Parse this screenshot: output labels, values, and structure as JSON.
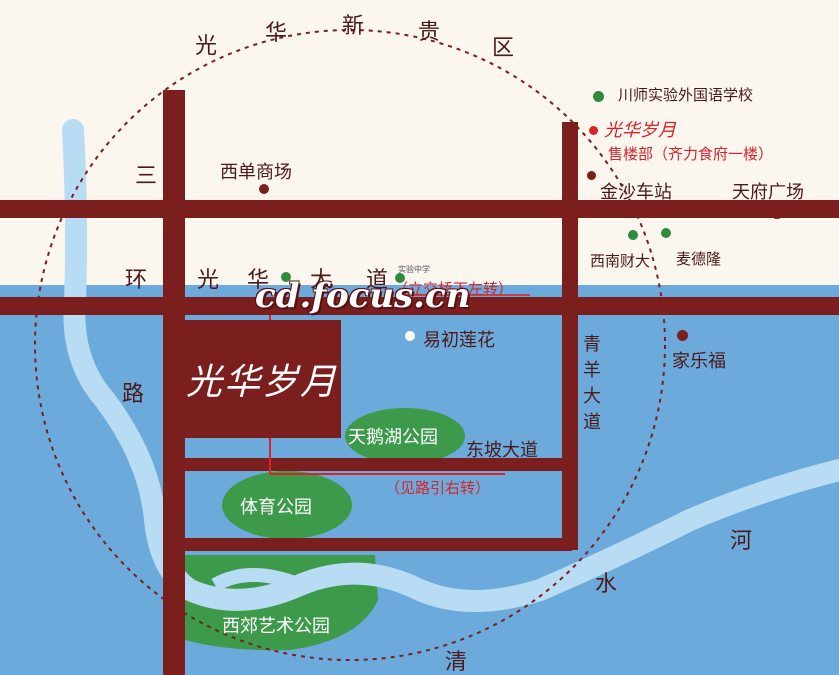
{
  "colors": {
    "road": "#7a1e1e",
    "park": "#3d9a4a",
    "river": "#a9d4f0",
    "water_bg": "#5a9fd4",
    "ring": "#7a1e1e",
    "accent": "#d8232a"
  },
  "districts": {
    "top_ring_chars": [
      "光",
      "华",
      "新",
      "贵",
      "区"
    ]
  },
  "roads": {
    "ring_left_chars": [
      "三",
      "环",
      "路"
    ],
    "guanghua_chars": [
      "光",
      "华",
      "大",
      "道"
    ],
    "qingyang_chars": [
      "青",
      "羊",
      "大",
      "道"
    ],
    "dongpo": "东坡大道"
  },
  "rivers": {
    "qingshui_chars": [
      "清",
      "水",
      "河"
    ]
  },
  "places": {
    "xidan": "西单商场",
    "chuanshi_school": "川师实验外国语学校",
    "project_red": "光华岁月",
    "sales_office": "售楼部（齐力食府一楼）",
    "jinsha_station": "金沙车站",
    "tianfu_square": "天府广场",
    "xinan_caida": "西南财大",
    "maidelong": "麦德隆",
    "jialefu": "家乐福",
    "yichu_lianhua": "易初莲花",
    "shiyan_small": "实验中学"
  },
  "parks": {
    "tiane_lake": "天鹅湖公园",
    "sports_park": "体育公园",
    "xijiao_art_park": "西郊艺术公园"
  },
  "directions": {
    "left_turn": "（立交桥下左转）",
    "right_turn": "（见路引右转）"
  },
  "project": {
    "name": "光华岁月"
  },
  "watermark": "cd.focus.cn"
}
